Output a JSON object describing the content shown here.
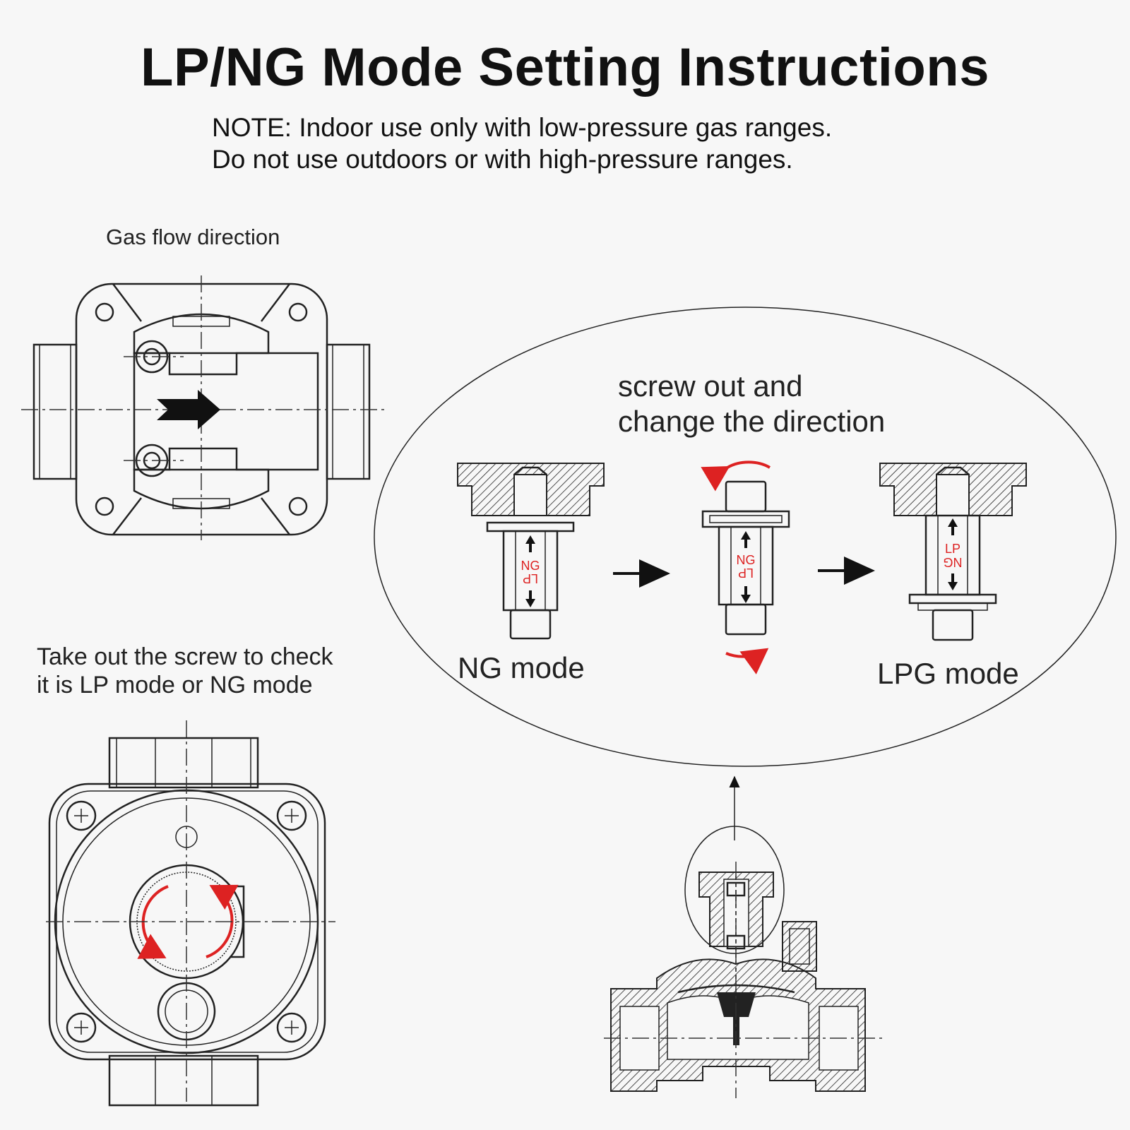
{
  "title": "LP/NG Mode Setting Instructions",
  "note": {
    "line1": "NOTE: Indoor use only with low-pressure gas ranges.",
    "line2": "Do not use outdoors or with high-pressure ranges."
  },
  "labels": {
    "gas_flow": "Gas flow direction",
    "take_out_line1": "Take out the screw to check",
    "take_out_line2": "it is LP mode or NG mode",
    "screw_out_line1": "screw out and",
    "screw_out_line2": "change the direction",
    "ng_mode": "NG mode",
    "lpg_mode": "LPG mode"
  },
  "screw_marks": {
    "upright": "NG",
    "inverted": "LP"
  },
  "colors": {
    "accent": "#d22222",
    "line": "#222222"
  }
}
